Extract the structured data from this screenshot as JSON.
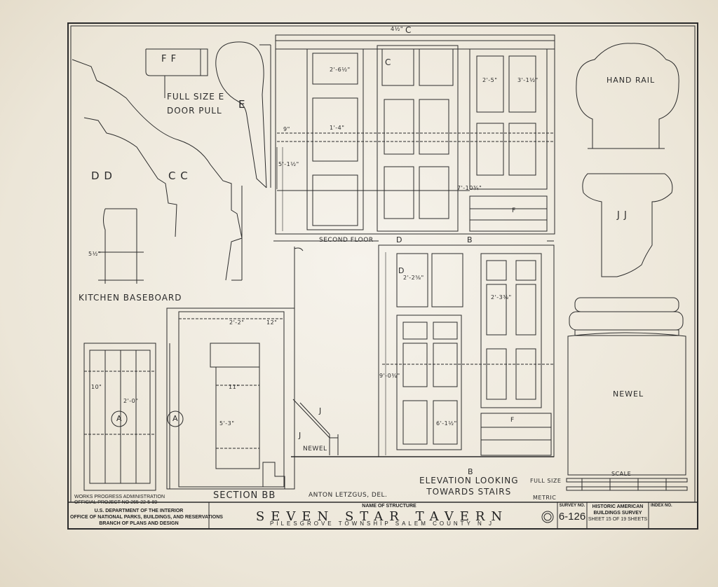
{
  "labels": {
    "ff": "F F",
    "door_pull": "FULL SIZE E\nDOOR PULL",
    "e": "E",
    "c_top": "C",
    "c_mid": "C",
    "dd": "D D",
    "cc": "C C",
    "kitchen_baseboard": "KITCHEN BASEBOARD",
    "hand_rail": "HAND RAIL",
    "jj": "J J",
    "newel_big": "NEWEL",
    "second_floor": "SECOND FLOOR",
    "d_top": "D",
    "b_top": "B",
    "d_mid": "D",
    "b_bottom": "B",
    "a1": "A",
    "a2": "A",
    "j1": "J",
    "j2": "J",
    "newel_small": "NEWEL",
    "section_bb": "SECTION BB",
    "delineator": "ANTON LETZGUS, DEL.",
    "elevation": "ELEVATION LOOKING\nTOWARDS STAIRS",
    "full_size": "FULL SIZE",
    "metric": "METRIC",
    "scale": "SCALE",
    "f1": "F",
    "f2": "F"
  },
  "dimensions": [
    "4½\"",
    "2'-6½\"",
    "1'-4\"",
    "2'-5\"",
    "3'-1½\"",
    "9\"",
    "5'-1½\"",
    "7'-10¾\"",
    "10\"",
    "2'-0\"",
    "5'-3\"",
    "11\"",
    "2'-2\"",
    "12\"",
    "9'-0¾\"",
    "2'-2⅝\"",
    "6'-1½\"",
    "2'-3⅜\"",
    "5½\""
  ],
  "title_block": {
    "wpa_line1": "WORKS PROGRESS ADMINISTRATION",
    "wpa_line2": "OFFICIAL PROJECT NO 265-22-5-89",
    "agency_line1": "U.S. DEPARTMENT OF THE INTERIOR",
    "agency_line2": "OFFICE OF NATIONAL PARKS, BUILDINGS, AND RESERVATIONS",
    "agency_line3": "BRANCH OF PLANS AND DESIGN",
    "name_label": "NAME OF STRUCTURE",
    "structure_name": "SEVEN STAR TAVERN",
    "location": "PILESGROVE TOWNSHIP  SALEM COUNTY  N J",
    "survey_label": "SURVEY NO.",
    "survey_no": "6-126",
    "habs_line1": "HISTORIC AMERICAN",
    "habs_line2": "BUILDINGS SURVEY",
    "sheet_text": "SHEET 15 OF 19 SHEETS",
    "index_label": "INDEX NO."
  },
  "colors": {
    "ink": "#2b2b2b",
    "paper": "#efeadf"
  }
}
